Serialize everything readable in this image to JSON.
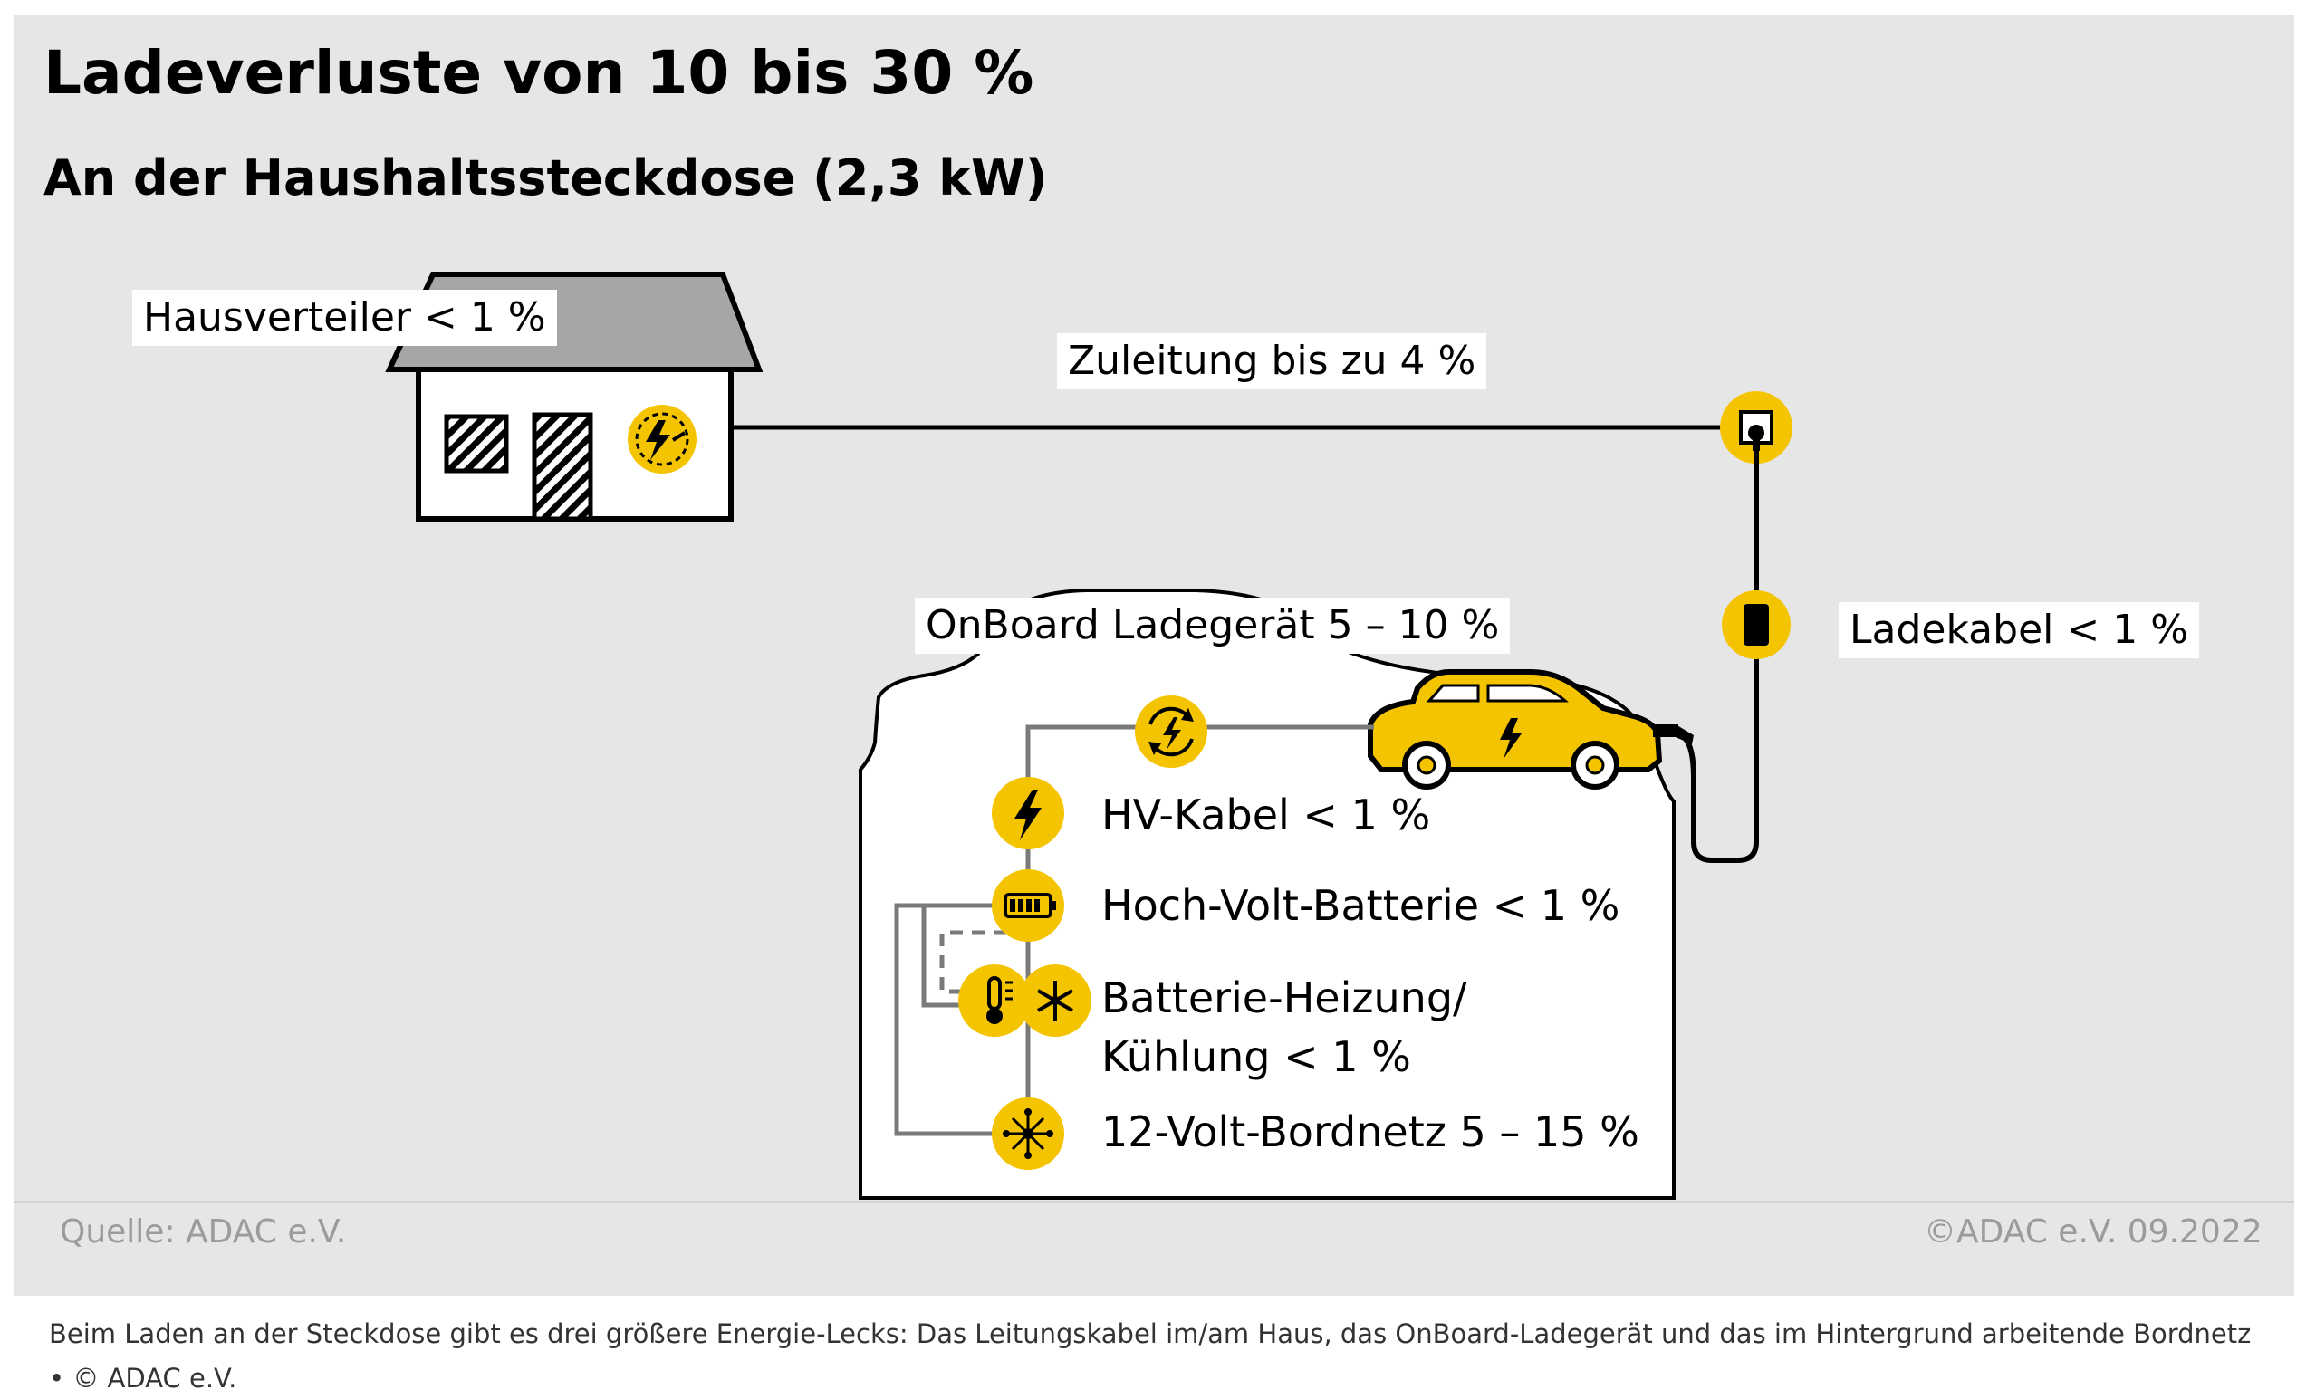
{
  "title": "Ladeverluste von 10 bis 30 %",
  "subtitle": "An der Haushaltssteckdose (2,3 kW)",
  "labels": {
    "hausverteiler": "Hausverteiler < 1 %",
    "zuleitung": "Zuleitung bis zu 4 %",
    "ladekabel": "Ladekabel < 1 %",
    "onboard": "OnBoard Ladegerät 5 – 10 %"
  },
  "items": {
    "hv_kabel": "HV-Kabel < 1 %",
    "batterie": "Hoch-Volt-Batterie < 1 %",
    "heizung_line1": "Batterie-Heizung/",
    "heizung_line2": "Kühlung < 1 %",
    "bordnetz": "12-Volt-Bordnetz 5 – 15 %"
  },
  "footer": {
    "source": "Quelle: ADAC e.V.",
    "copyright": "©ADAC e.V.  09.2022"
  },
  "caption": "Beim Laden an der Steckdose gibt es drei größere Energie-Lecks: Das Leitungskabel im/am Haus, das OnBoard-Ladegerät und das im Hintergrund arbeitende Bordnetz",
  "credit": "• © ADAC e.V.",
  "icons": {
    "fuse_box": "fuse-box-icon",
    "socket": "socket-icon",
    "cable_plug": "cable-plug-icon",
    "charger": "charger-cycle-icon",
    "hv_cable": "lightning-bolt-icon",
    "battery": "battery-icon",
    "thermometer": "thermometer-icon",
    "snowflake": "snowflake-icon",
    "network": "network-icon"
  },
  "colors": {
    "accent": "#f5c400",
    "background": "#e6e6e6",
    "line": "#000000"
  }
}
